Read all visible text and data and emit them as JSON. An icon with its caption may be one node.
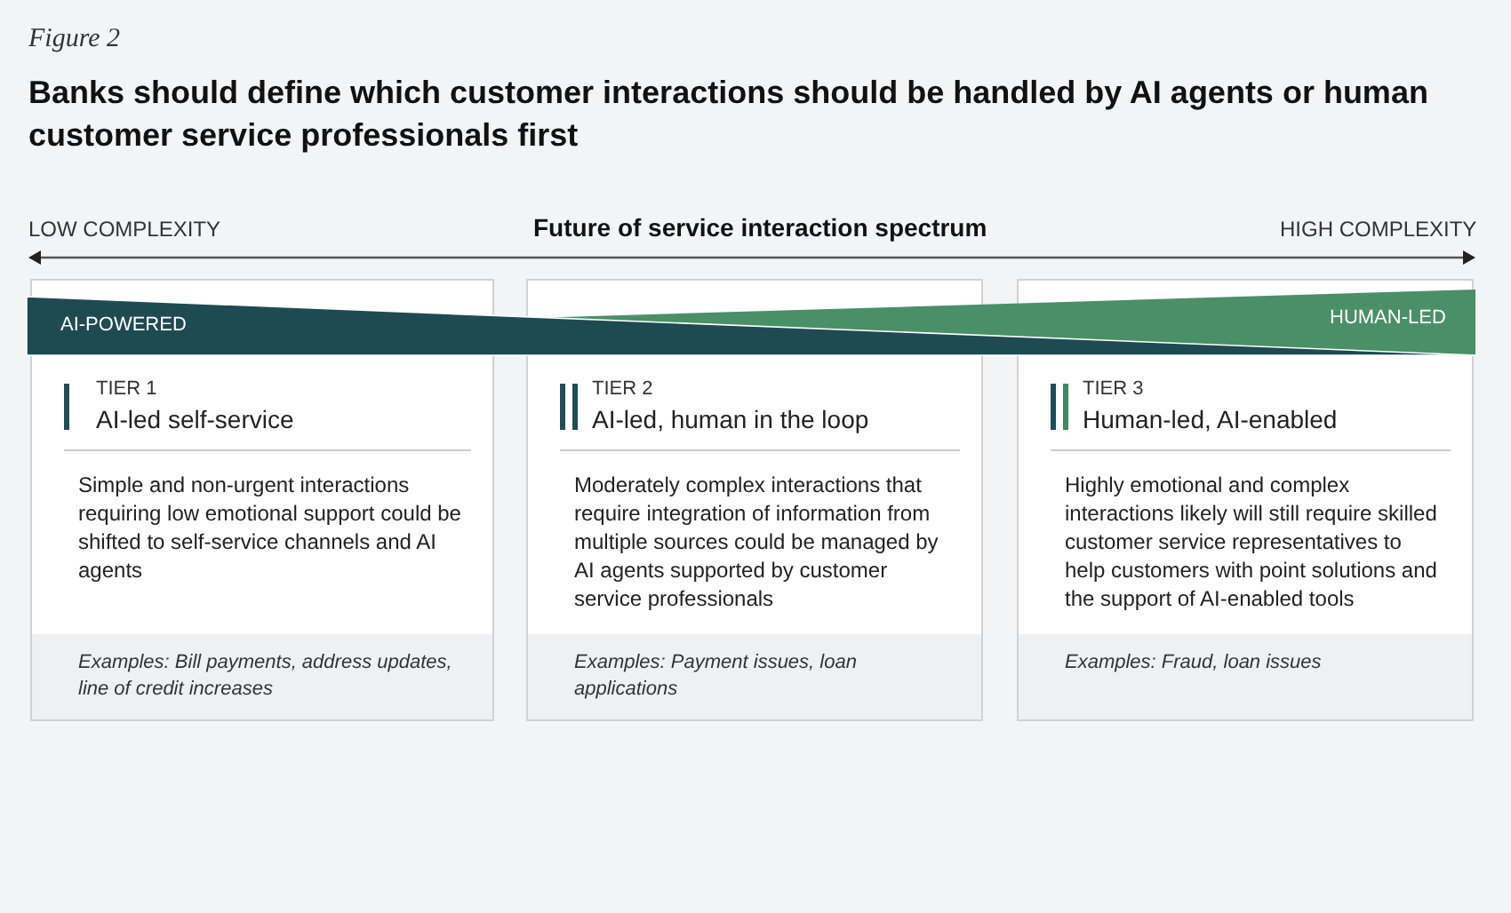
{
  "diagram": {
    "title": "Banks should define which customer interactions should be handled by AI agents or human customer service professionals first",
    "nodes": [
      {
        "text": [
          "TIER 1",
          "AI-led self-service",
          "Simple and non-urgent interactions requiring low emotional support could be shifted to self-service channels and AI agents",
          "Examples: Bill payments, address updates, line of credit increases"
        ]
      },
      {
        "text": [
          "TIER 2",
          "AI-led, human in the loop",
          "Moderately complex interactions that require integration of information from multiple sources could be managed by AI agents supported by customer service professionals",
          "Examples: Payment issues, loan applications"
        ]
      },
      {
        "text": [
          "TIER 3",
          "Human-led, AI-enabled",
          "Highly emotional and complex interactions likely will still require skilled customer service representatives to help customers with point solutions and the support of AI-enabled tools",
          "Examples: Fraud, loan issues"
        ]
      }
    ],
    "labels": [
      "Figure 2",
      "LOW COMPLEXITY",
      "Future of service interaction spectrum",
      "HIGH COMPLEXITY",
      "AI-POWERED",
      "HUMAN-LED"
    ]
  }
}
